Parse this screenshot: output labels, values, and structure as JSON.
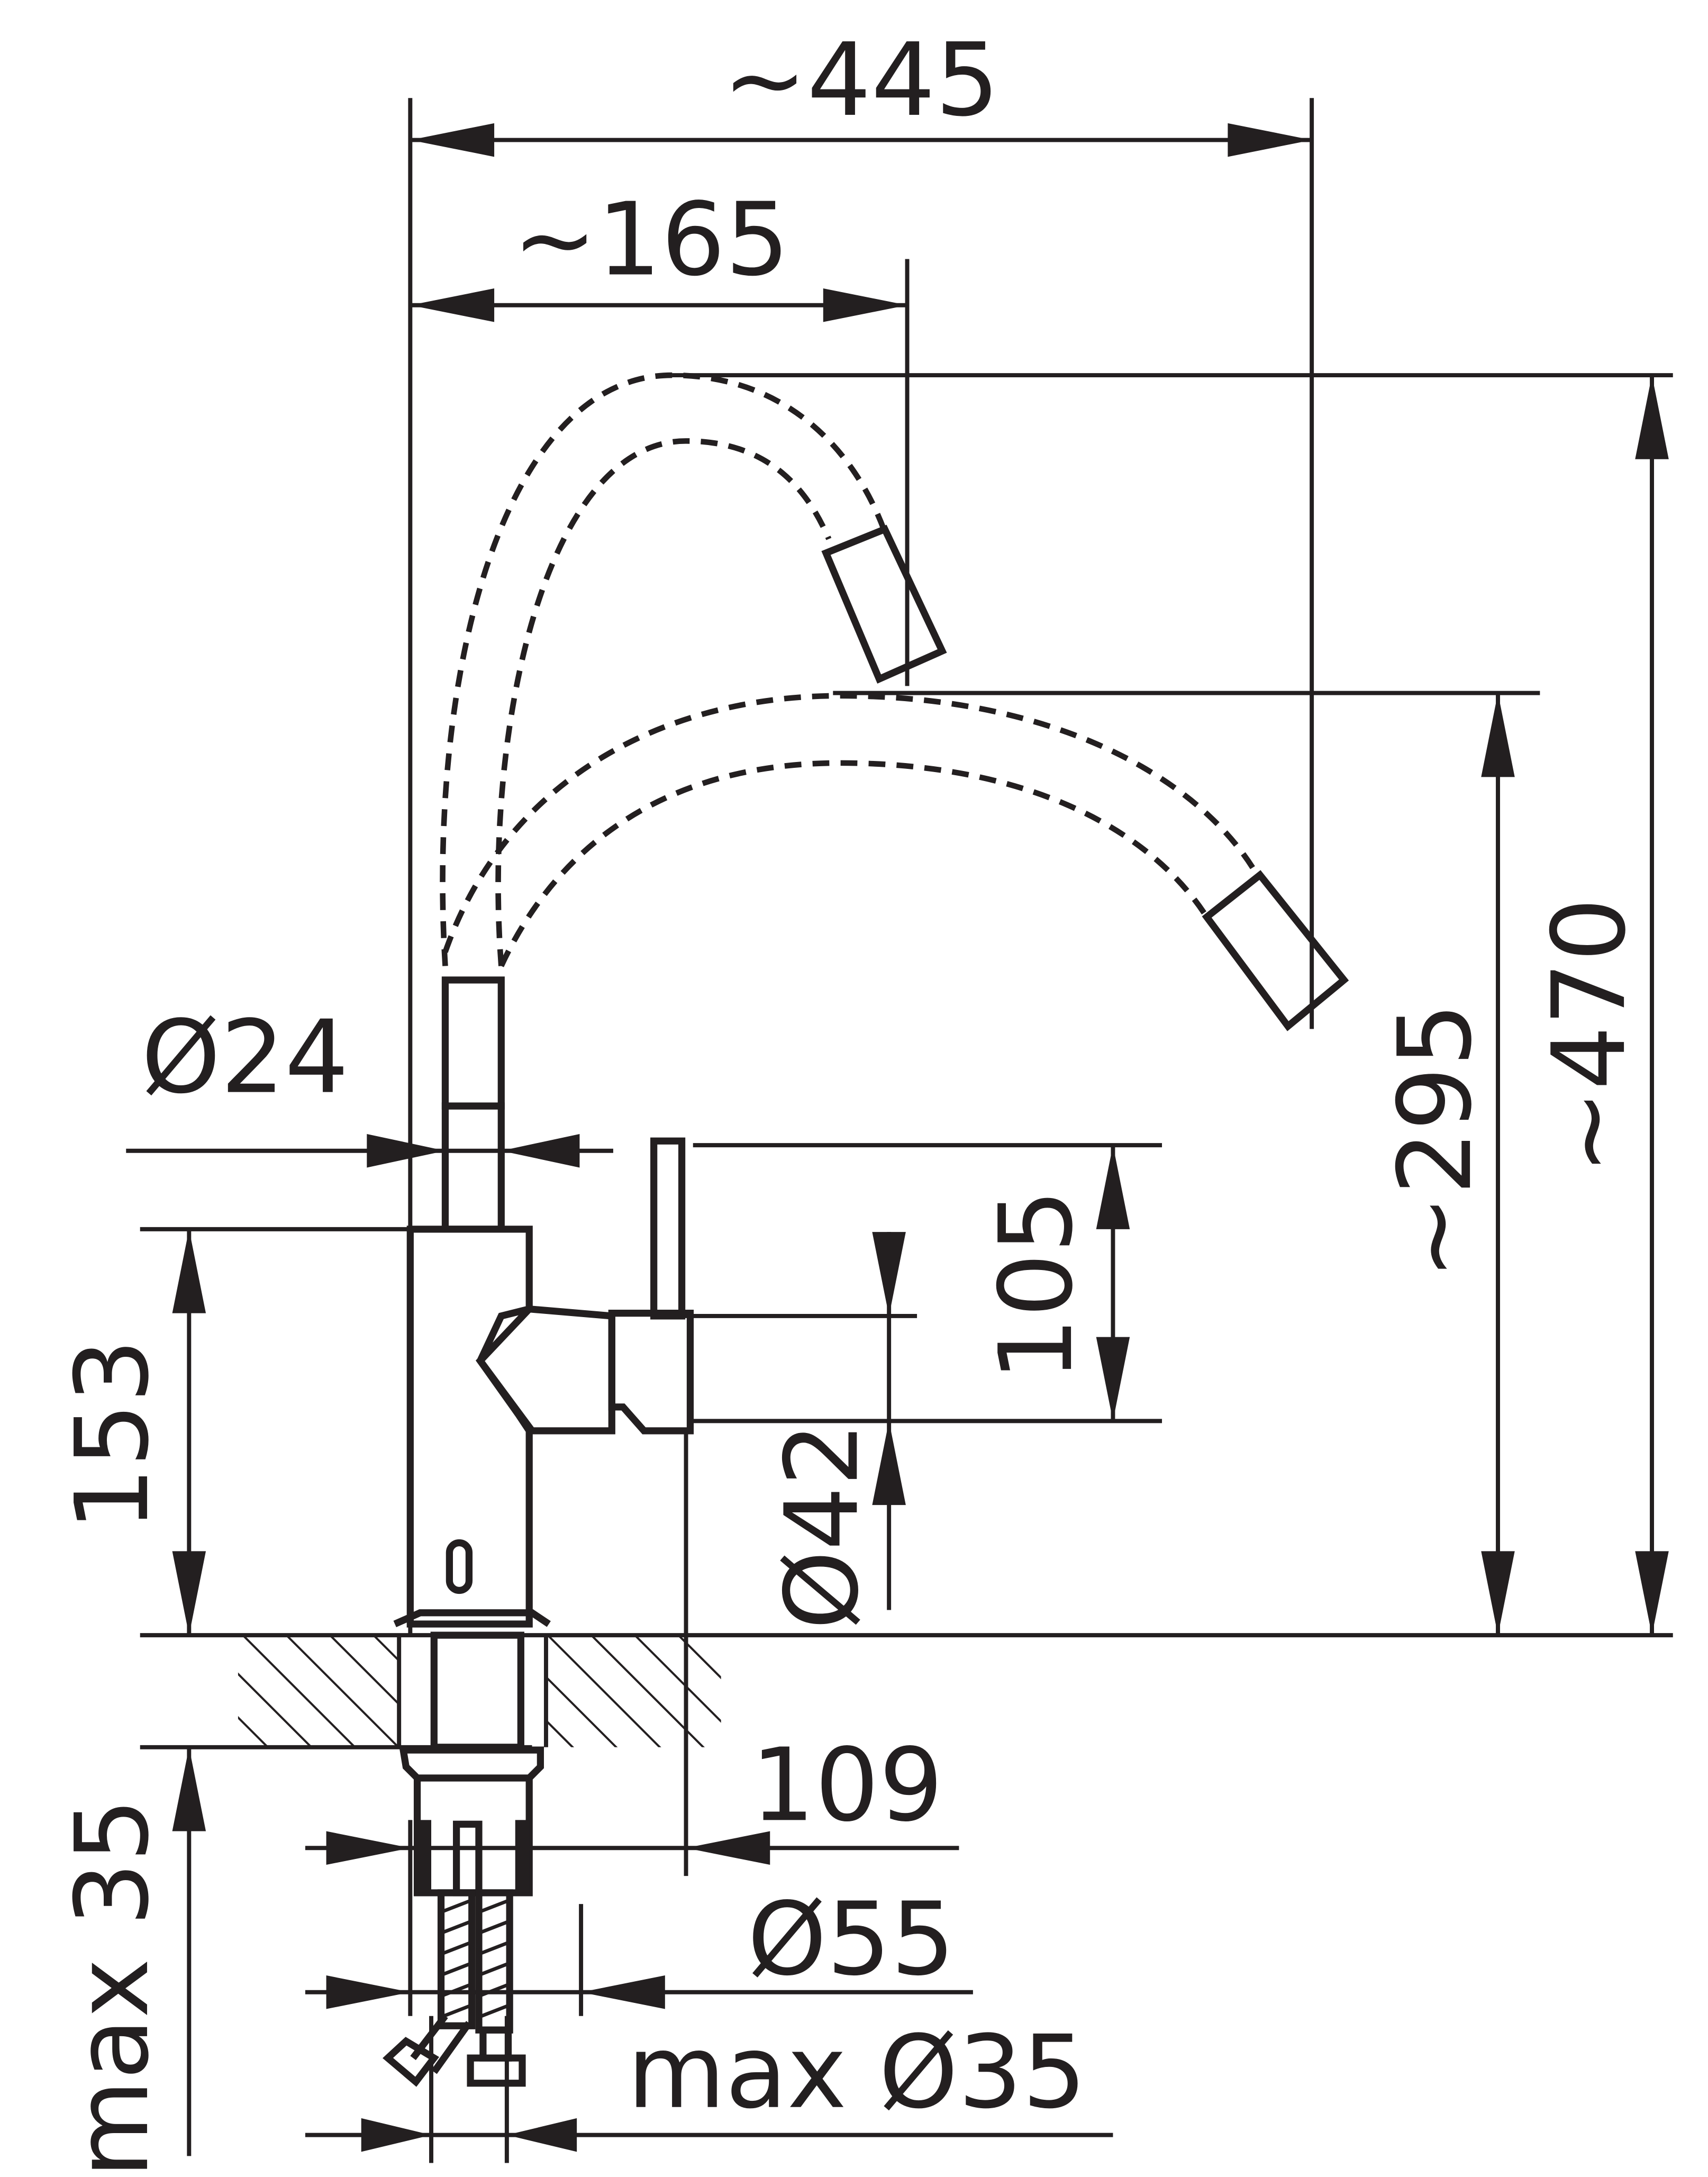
{
  "drawing": {
    "dimensions": {
      "total_reach": "~445",
      "upper_reach": "~165",
      "total_height": "~470",
      "spout_height": "~295",
      "spout_diameter": "Ø24",
      "lever_height": "105",
      "lever_diameter": "Ø42",
      "body_height": "153",
      "counter_thickness": "max 35",
      "body_depth": "109",
      "base_diameter": "Ø55",
      "hole_diameter": "max Ø35"
    },
    "colors": {
      "ink": "#231f20",
      "background": "#ffffff"
    }
  }
}
